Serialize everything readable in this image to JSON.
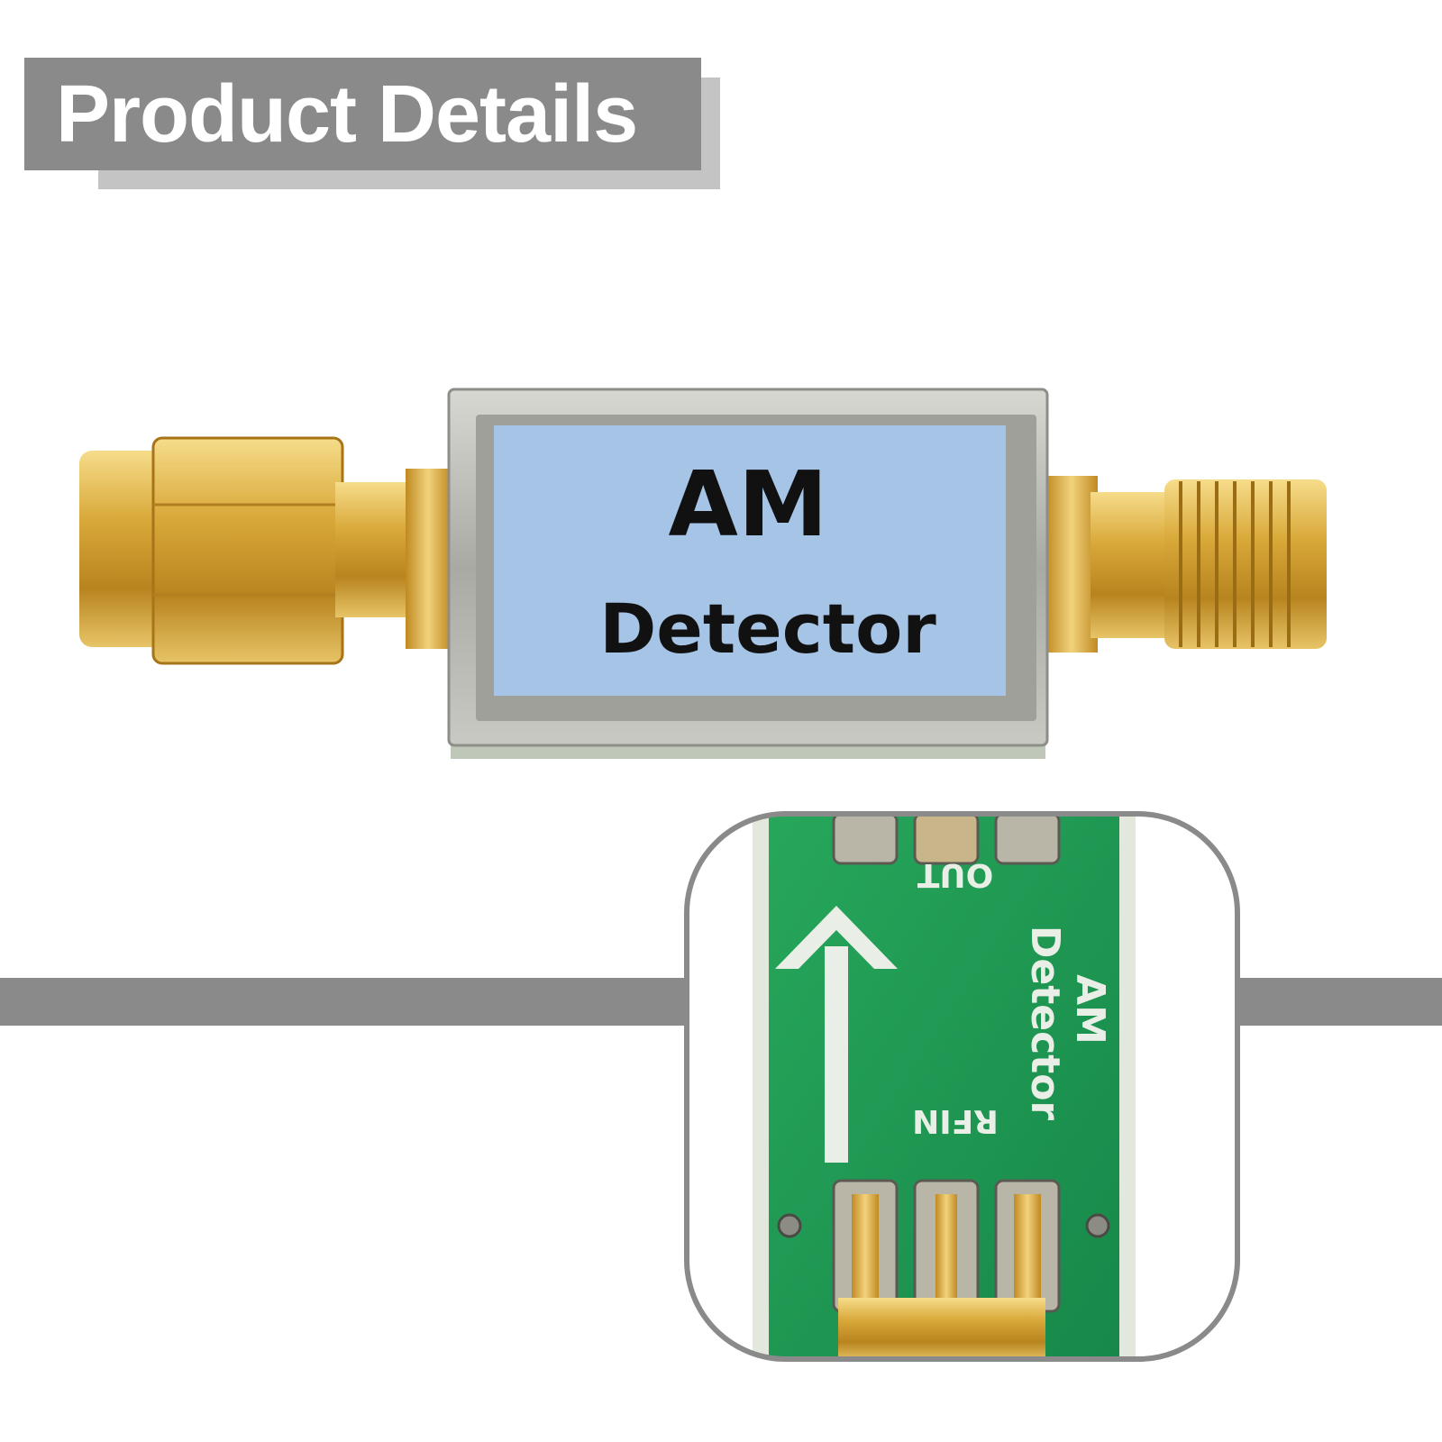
{
  "header": {
    "title": "Product Details"
  },
  "product": {
    "label_line1": "AM",
    "label_line2": "Detector"
  },
  "inset": {
    "pcb_label_line1": "AM",
    "pcb_label_line2": "Detector",
    "pin_out": "OUT",
    "pin_in": "RFIN"
  },
  "colors": {
    "banner": "#8a8a8a",
    "gold": "#d9a93a",
    "label_blue": "#a6c4e6",
    "pcb_green": "#1f9a52"
  }
}
